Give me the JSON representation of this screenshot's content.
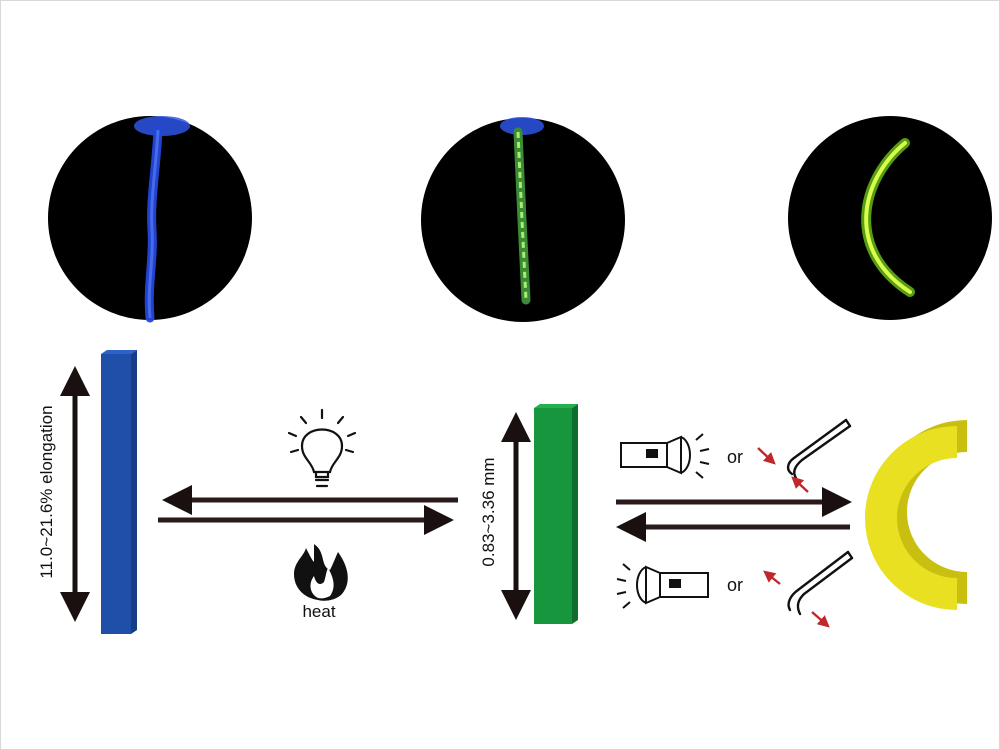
{
  "labels": {
    "elongation": "11.0~21.6% elongation",
    "thickness": "0.83~3.36 mm",
    "heat": "heat",
    "or_top": "or",
    "or_bottom": "or"
  },
  "icons": [
    "lightbulb-icon",
    "flame-icon",
    "flashlight-icon",
    "tweezers-icon"
  ],
  "colors": {
    "blue_bar": "#1f4fa8",
    "green_bar": "#17963d",
    "yellow_arc": "#e8e020",
    "arrow": "#2a1a1a",
    "red_arrow": "#c0292b",
    "photo_bg": "#000000"
  }
}
